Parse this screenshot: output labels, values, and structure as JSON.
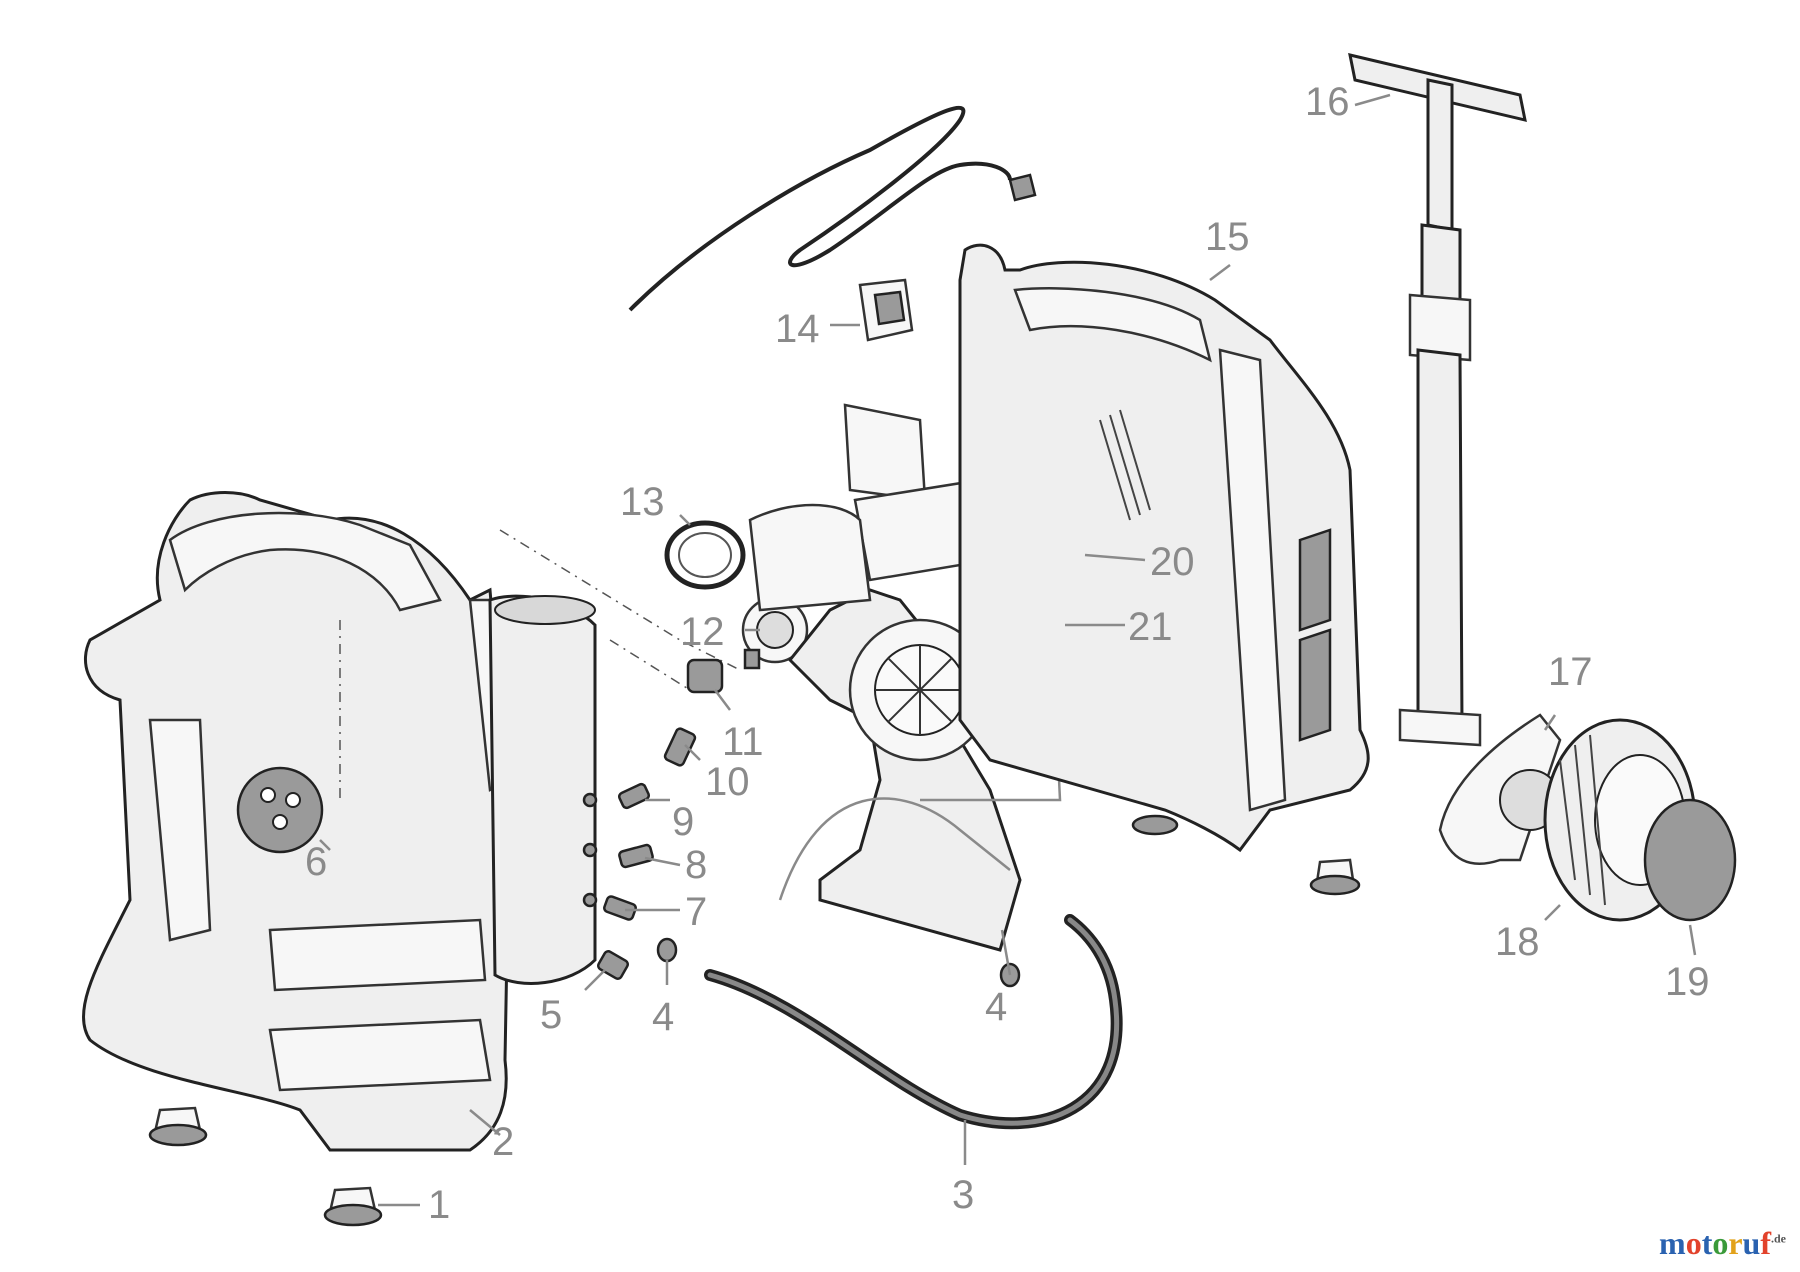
{
  "callouts": [
    {
      "id": "1",
      "text": "1"
    },
    {
      "id": "2",
      "text": "2"
    },
    {
      "id": "3",
      "text": "3"
    },
    {
      "id": "4a",
      "text": "4"
    },
    {
      "id": "4b",
      "text": "4"
    },
    {
      "id": "5",
      "text": "5"
    },
    {
      "id": "6",
      "text": "6"
    },
    {
      "id": "7",
      "text": "7"
    },
    {
      "id": "8",
      "text": "8"
    },
    {
      "id": "9",
      "text": "9"
    },
    {
      "id": "10",
      "text": "10"
    },
    {
      "id": "11",
      "text": "11"
    },
    {
      "id": "12",
      "text": "12"
    },
    {
      "id": "13",
      "text": "13"
    },
    {
      "id": "14",
      "text": "14"
    },
    {
      "id": "15",
      "text": "15"
    },
    {
      "id": "16",
      "text": "16"
    },
    {
      "id": "17",
      "text": "17"
    },
    {
      "id": "18",
      "text": "18"
    },
    {
      "id": "19",
      "text": "19"
    },
    {
      "id": "20",
      "text": "20"
    },
    {
      "id": "21",
      "text": "21"
    }
  ],
  "watermark": {
    "parts": [
      "m",
      "o",
      "t",
      "o",
      "r",
      "u",
      "f"
    ],
    "suffix": ".de"
  },
  "colors": {
    "callout": "#8a8a8a",
    "outline": "#222222",
    "background": "#ffffff"
  }
}
